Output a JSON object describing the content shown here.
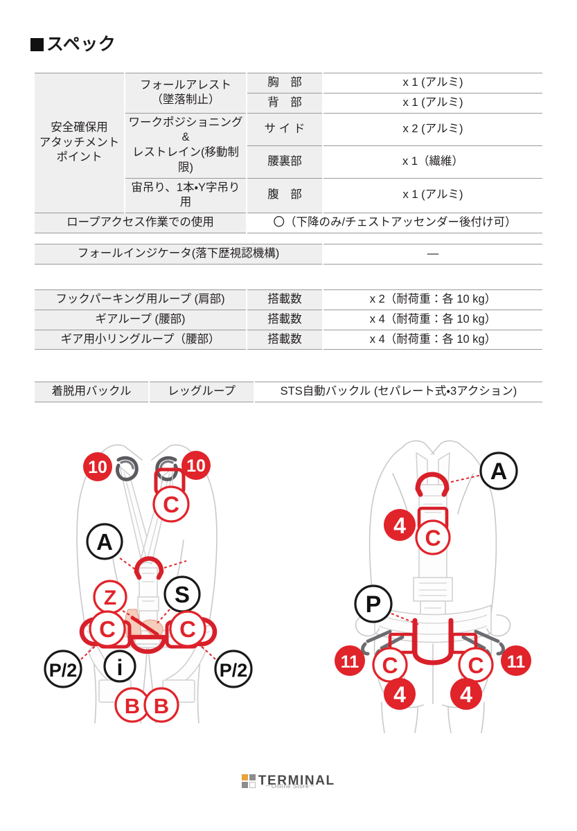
{
  "heading": {
    "marker": "■",
    "text": "スペック"
  },
  "tables": {
    "attachment": {
      "group_label": "安全確保用\nアタッチメント\nポイント",
      "group_label_lines": [
        "安全確保用",
        "アタッチメント",
        "ポイント"
      ],
      "type_fall_arrest_line1": "フォールアレスト",
      "type_fall_arrest_line2": "（墜落制止）",
      "type_work_pos_line1": "ワークポジショニング&",
      "type_work_pos_line2": "レストレイン(移動制限)",
      "type_suspension": "宙吊り、1本・Y字吊り用",
      "rows": [
        {
          "position": "胸　部",
          "value": "x 1 (アルミ)"
        },
        {
          "position": "背　部",
          "value": "x 1 (アルミ)"
        },
        {
          "position": "サ イ ド",
          "value": "x 2 (アルミ)"
        },
        {
          "position": "腰裏部",
          "value": "x 1（繊維）"
        },
        {
          "position": "腹　部",
          "value": "x 1 (アルミ)"
        }
      ],
      "rope_access_label": "ロープアクセス作業での使用",
      "rope_access_value": "〇（下降のみ/チェストアッセンダー後付け可）"
    },
    "indicator": {
      "label": "フォールインジケータ(落下歴視認機構)",
      "value": "—"
    },
    "loops": {
      "rows": [
        {
          "label": "フックパーキング用ループ (肩部)",
          "count_label": "搭載数",
          "value": "x 2（耐荷重：各 10 kg）"
        },
        {
          "label": "ギアループ (腰部)",
          "count_label": "搭載数",
          "value": "x 4（耐荷重：各 10 kg）"
        },
        {
          "label": "ギア用小リングループ（腰部）",
          "count_label": "搭載数",
          "value": "x 4（耐荷重：各 10 kg）"
        }
      ]
    },
    "buckle": {
      "label": "着脱用バックル",
      "part": "レッグループ",
      "value": "STS自動バックル (セパレート式・3アクション)"
    }
  },
  "illustrations": {
    "front": {
      "view_name": "front-view",
      "callouts": [
        {
          "id": "fc-10-left",
          "label": "10",
          "style": "red-filled"
        },
        {
          "id": "fc-10-right",
          "label": "10",
          "style": "red-filled"
        },
        {
          "id": "fc-c-chest",
          "label": "C",
          "style": "red-outline"
        },
        {
          "id": "fc-a",
          "label": "A",
          "style": "black-outline"
        },
        {
          "id": "fc-z",
          "label": "Z",
          "style": "red-outline"
        },
        {
          "id": "fc-s",
          "label": "S",
          "style": "black-outline"
        },
        {
          "id": "fc-c-left",
          "label": "C",
          "style": "red-outline"
        },
        {
          "id": "fc-c-right",
          "label": "C",
          "style": "red-outline"
        },
        {
          "id": "fc-p2-left",
          "label": "P/2",
          "style": "black-outline"
        },
        {
          "id": "fc-p2-right",
          "label": "P/2",
          "style": "black-outline"
        },
        {
          "id": "fc-i",
          "label": "i",
          "style": "black-outline"
        },
        {
          "id": "fc-b-left",
          "label": "B",
          "style": "red-outline"
        },
        {
          "id": "fc-b-right",
          "label": "B",
          "style": "red-outline"
        }
      ]
    },
    "back": {
      "view_name": "back-view",
      "callouts": [
        {
          "id": "bc-a",
          "label": "A",
          "style": "black-outline"
        },
        {
          "id": "bc-4-dorsal",
          "label": "4",
          "style": "red-filled"
        },
        {
          "id": "bc-c-dorsal",
          "label": "C",
          "style": "red-outline"
        },
        {
          "id": "bc-p",
          "label": "P",
          "style": "black-outline"
        },
        {
          "id": "bc-11-left",
          "label": "11",
          "style": "red-filled"
        },
        {
          "id": "bc-11-right",
          "label": "11",
          "style": "red-filled"
        },
        {
          "id": "bc-c-left",
          "label": "C",
          "style": "red-outline"
        },
        {
          "id": "bc-c-right",
          "label": "C",
          "style": "red-outline"
        },
        {
          "id": "bc-4-left",
          "label": "4",
          "style": "red-filled"
        },
        {
          "id": "bc-4-right",
          "label": "4",
          "style": "red-filled"
        }
      ]
    }
  },
  "footer": {
    "logo_main": "TERMINAL",
    "logo_sub": "－Online Store－"
  },
  "colors": {
    "accent_red": "#e1232a",
    "table_shade": "#efefef",
    "table_rule": "#9a9a9a",
    "text": "#231f20",
    "logo_orange": "#e8a33d",
    "logo_gray": "#8d8d8d",
    "harness_line": "#c9c9c9"
  }
}
